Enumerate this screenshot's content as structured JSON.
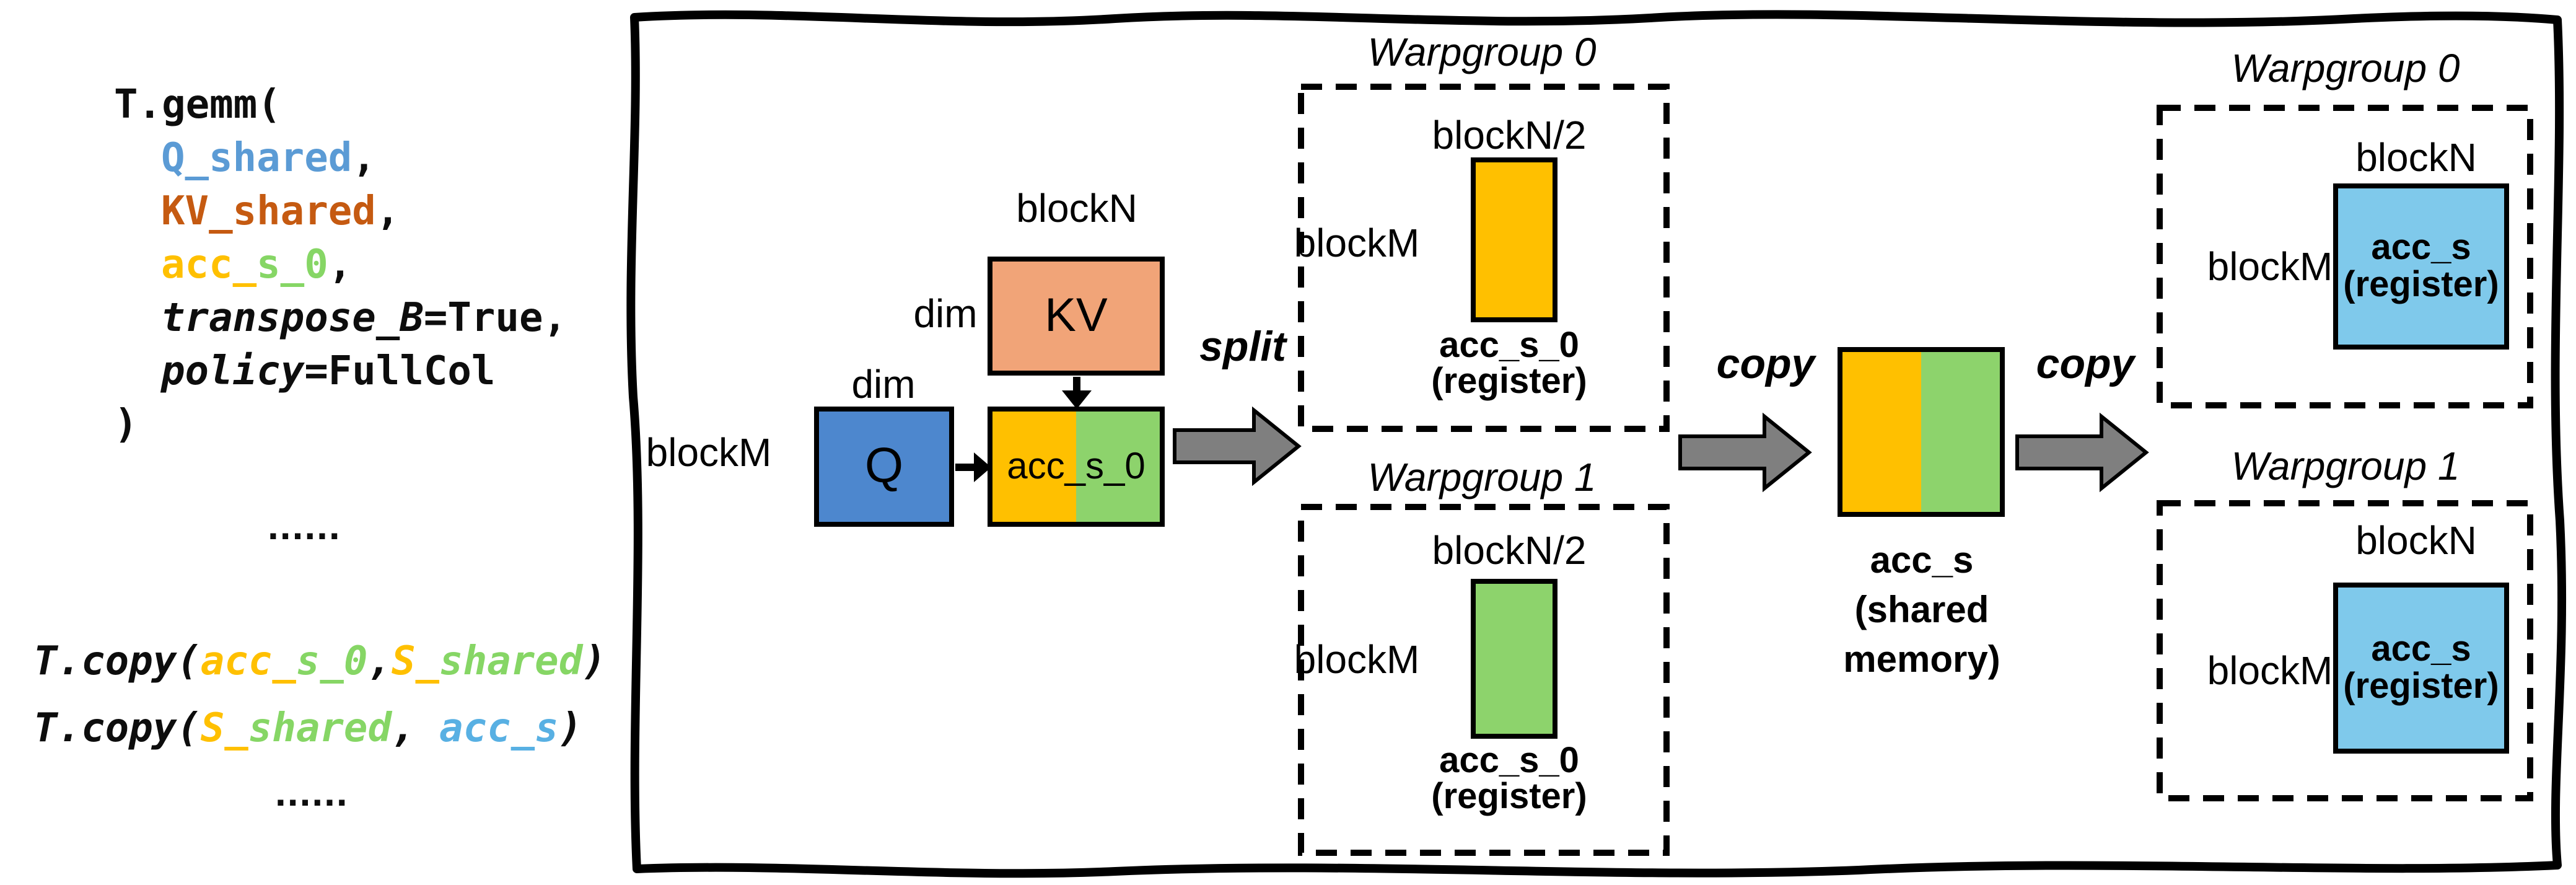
{
  "colors": {
    "code_blue": "#5B9BD5",
    "code_dark_orange": "#C55A11",
    "gold": "#FFC000",
    "green": "#8DD36C",
    "code_green": "#86D665",
    "code_sky_blue": "#58B0E3",
    "q_box_blue": "#4D87CE",
    "kv_salmon": "#F1A478",
    "register_light_blue": "#7FC9EB",
    "arrow_gray": "#7F7F7F"
  },
  "code": {
    "gemm_open": "T.gemm(",
    "arg_q": "Q_shared",
    "comma": ",",
    "arg_kv": "KV_shared",
    "arg_acc_gold": "acc_",
    "arg_acc_green": "s_0",
    "kw_transpose": "transpose_B",
    "val_transpose": "=True,",
    "kw_policy": "policy",
    "val_policy": "=FullCol",
    "gemm_close": ")",
    "ellipsis": "......",
    "copy_open": "T.copy(",
    "copy1_arg1_gold": "acc_",
    "copy1_arg1_green": "s_0",
    "copy1_sep": ",",
    "s_shared_gold": "S_",
    "s_shared_green": "shared",
    "copy_close": ")",
    "copy2_sep": ", ",
    "copy2_arg2": "acc_s"
  },
  "diagram": {
    "dim_label": "dim",
    "block_m": "blockM",
    "block_n": "blockN",
    "q_label": "Q",
    "kv_label": "KV",
    "acc_s0_label": "acc_s_0",
    "split_label": "split",
    "copy_label": "copy",
    "mid_wg0": {
      "title": "Warpgroup 0",
      "block_n": "blockN/2",
      "block_m": "blockM",
      "name": "acc_s_0",
      "loc": "(register)"
    },
    "mid_wg1": {
      "title": "Warpgroup 1",
      "block_n": "blockN/2",
      "block_m": "blockM",
      "name": "acc_s_0",
      "loc": "(register)"
    },
    "shared": {
      "name": "acc_s",
      "loc1": "(shared",
      "loc2": "memory)"
    },
    "right_wg0": {
      "title": "Warpgroup 0",
      "block_n": "blockN",
      "block_m": "blockM",
      "name": "acc_s",
      "loc": "(register)"
    },
    "right_wg1": {
      "title": "Warpgroup 1",
      "block_n": "blockN",
      "block_m": "blockM",
      "name": "acc_s",
      "loc": "(register)"
    }
  }
}
